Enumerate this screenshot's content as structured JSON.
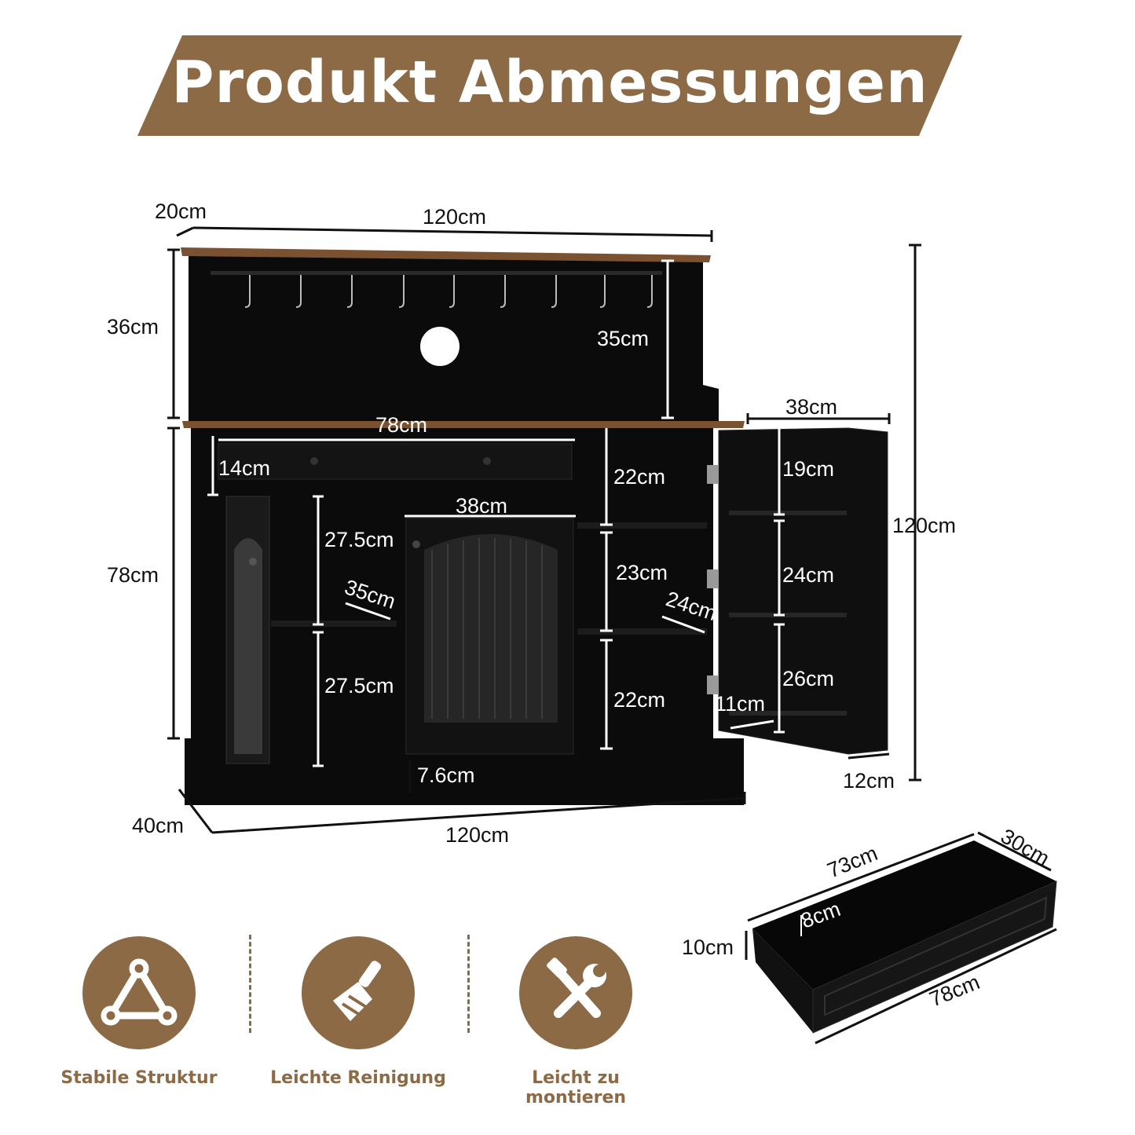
{
  "banner": {
    "title": "Produkt Abmessungen",
    "color": "#8c6a46"
  },
  "cabinet_dims": {
    "top_depth": "20cm",
    "top_width": "120cm",
    "hutch_height": "36cm",
    "hutch_inner": "35cm",
    "drawer_width": "78cm",
    "door_width_right": "38cm",
    "drawer_height": "14cm",
    "total_height": "120cm",
    "base_height": "78cm",
    "left_shelf_upper": "27.5cm",
    "left_shelf_lower": "27.5cm",
    "left_shelf_depth": "35cm",
    "middle_door_width": "38cm",
    "right_comp_top": "22cm",
    "right_comp_mid": "23cm",
    "right_comp_bottom": "22cm",
    "right_shelf_depth": "24cm",
    "door_shelf_1": "19cm",
    "door_shelf_2": "24cm",
    "door_shelf_3": "26cm",
    "door_shelf_depth": "11cm",
    "door_thickness": "12cm",
    "plinth_height": "7.6cm",
    "bottom_depth": "40cm",
    "bottom_width": "120cm"
  },
  "drawer_dims": {
    "inner_length": "73cm",
    "depth": "30cm",
    "inner_height": "8cm",
    "outer_height": "10cm",
    "outer_length": "78cm"
  },
  "features": [
    {
      "label": "Stabile Struktur",
      "icon": "triangle-structure-icon"
    },
    {
      "label": "Leichte Reinigung",
      "icon": "broom-icon"
    },
    {
      "label": "Leicht zu montieren",
      "icon": "tools-icon"
    }
  ]
}
